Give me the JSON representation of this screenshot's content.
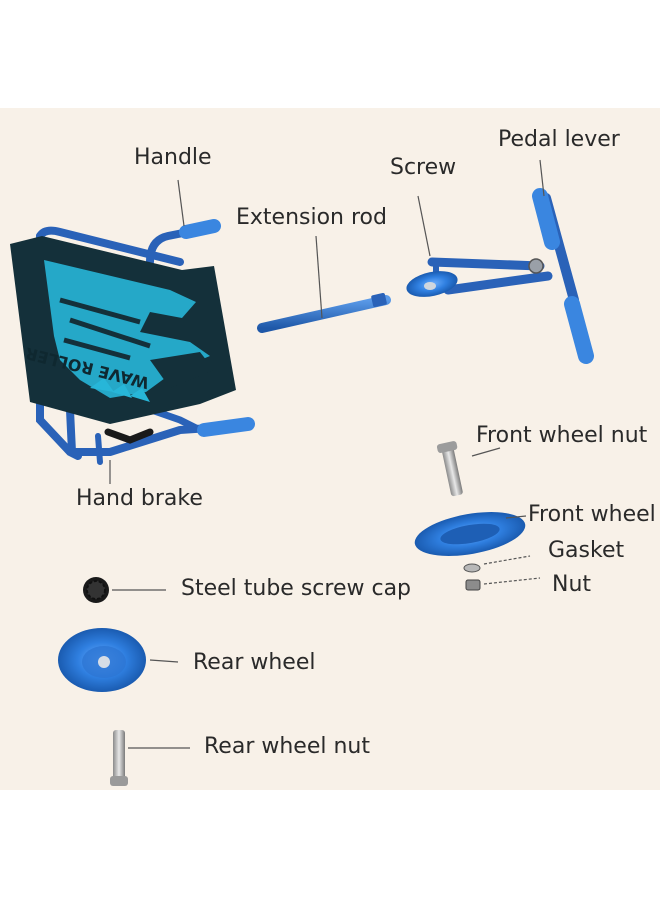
{
  "labels": {
    "handle": "Handle",
    "extension_rod": "Extension rod",
    "screw": "Screw",
    "pedal_lever": "Pedal lever",
    "front_wheel_nut": "Front wheel nut",
    "hand_brake": "Hand brake",
    "front_wheel": "Front wheel",
    "gasket": "Gasket",
    "nut": "Nut",
    "steel_tube_screw_cap": "Steel tube screw cap",
    "rear_wheel": "Rear wheel",
    "rear_wheel_nut": "Rear wheel nut"
  },
  "seat_print": {
    "brand_text": "WAVE ROLLER"
  },
  "colors": {
    "background_panel": "#f8f1e8",
    "frame_blue": "#2a62b8",
    "grip_blue": "#3a86e0",
    "seat_dark": "#14303a",
    "seat_cyan": "#27b6d8",
    "leader_line": "#555555",
    "text": "#2a2a2a"
  }
}
